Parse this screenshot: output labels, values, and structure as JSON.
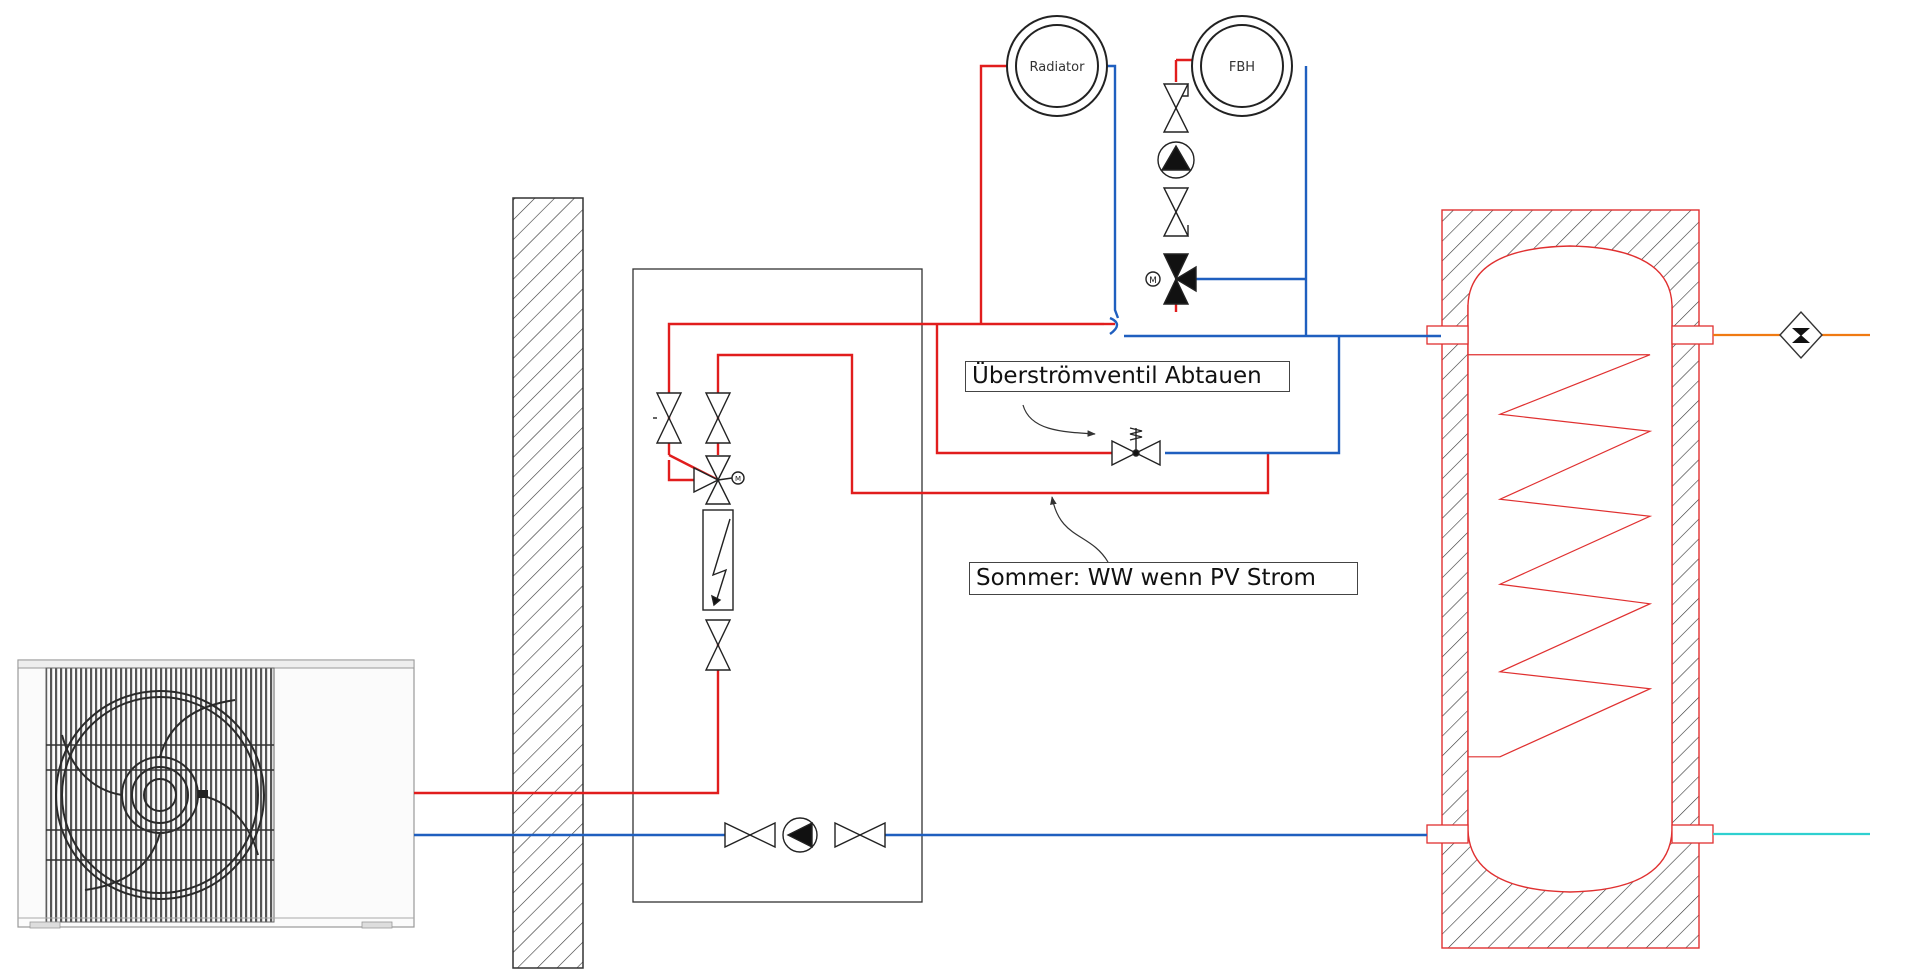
{
  "labels": {
    "radiator": "Radiator",
    "floor_heating": "FBH",
    "overflow_valve": "Überströmventil Abtauen",
    "summer_note": "Sommer: WW wenn PV Strom",
    "motor": "M"
  },
  "colors": {
    "supply": "#e11d1d",
    "return": "#1f5fbf",
    "hot_water": "#f07a12",
    "cold_water": "#2fd0d0",
    "outline": "#333333",
    "tank": "#e03030"
  }
}
